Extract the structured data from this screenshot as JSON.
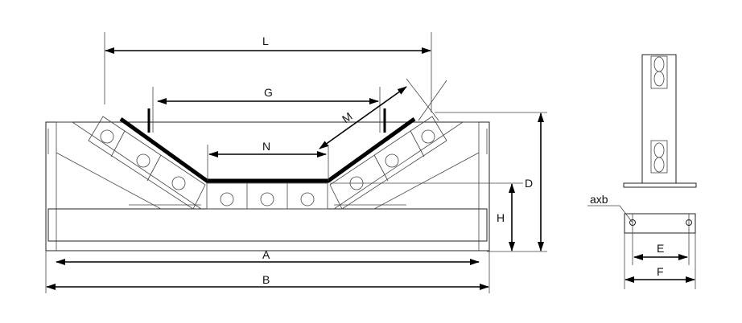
{
  "title": "Troughing idler set dimension drawing",
  "labels": {
    "L": "L",
    "G": "G",
    "M": "M",
    "N": "N",
    "D": "D",
    "H": "H",
    "A": "A",
    "B": "B",
    "axb": "axb",
    "E": "E",
    "F": "F"
  }
}
